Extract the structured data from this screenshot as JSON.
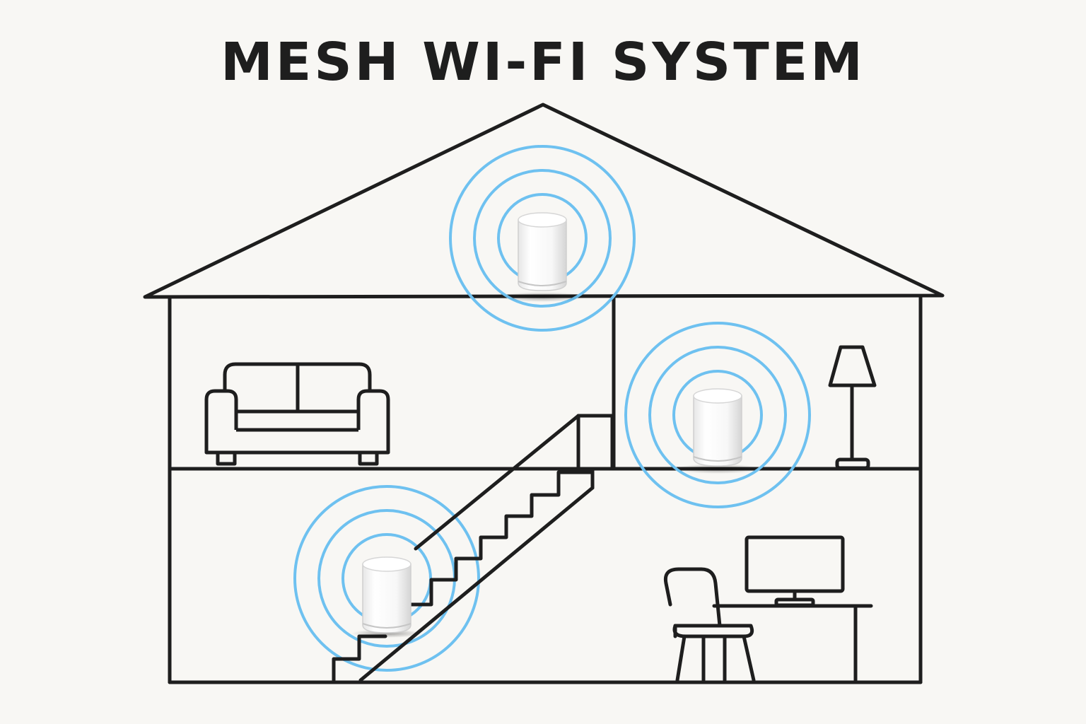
{
  "diagram": {
    "title": "MESH WI-FI SYSTEM",
    "nodes": [
      {
        "id": "attic-node",
        "room": "attic"
      },
      {
        "id": "upper-right-node",
        "room": "upper-right-room"
      },
      {
        "id": "ground-floor-node",
        "room": "ground-floor-stairs"
      }
    ],
    "furniture": [
      "sofa",
      "floor-lamp",
      "staircase",
      "desk",
      "monitor",
      "chair"
    ],
    "colors": {
      "line": "#1e1e1e",
      "signal": "#6ec1f0",
      "background": "#f8f7f4",
      "node_body": "#ffffff",
      "node_shade": "#d9d9d9"
    }
  }
}
